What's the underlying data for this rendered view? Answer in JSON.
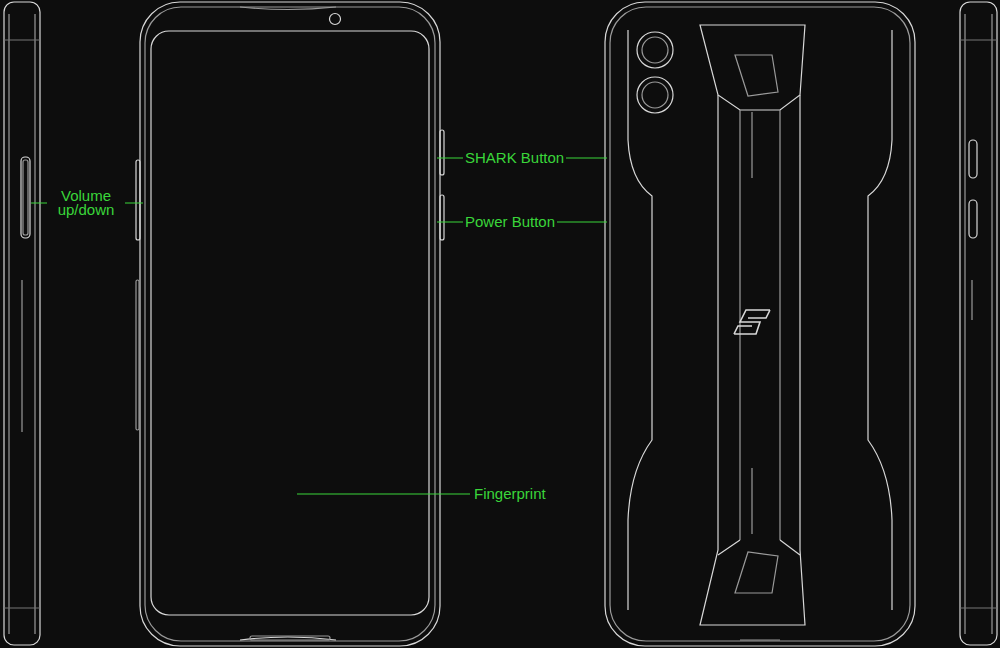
{
  "diagram": {
    "labels": [
      "Volume up/down",
      "SHARK Button",
      "Power Button",
      "Fingerprint"
    ]
  }
}
